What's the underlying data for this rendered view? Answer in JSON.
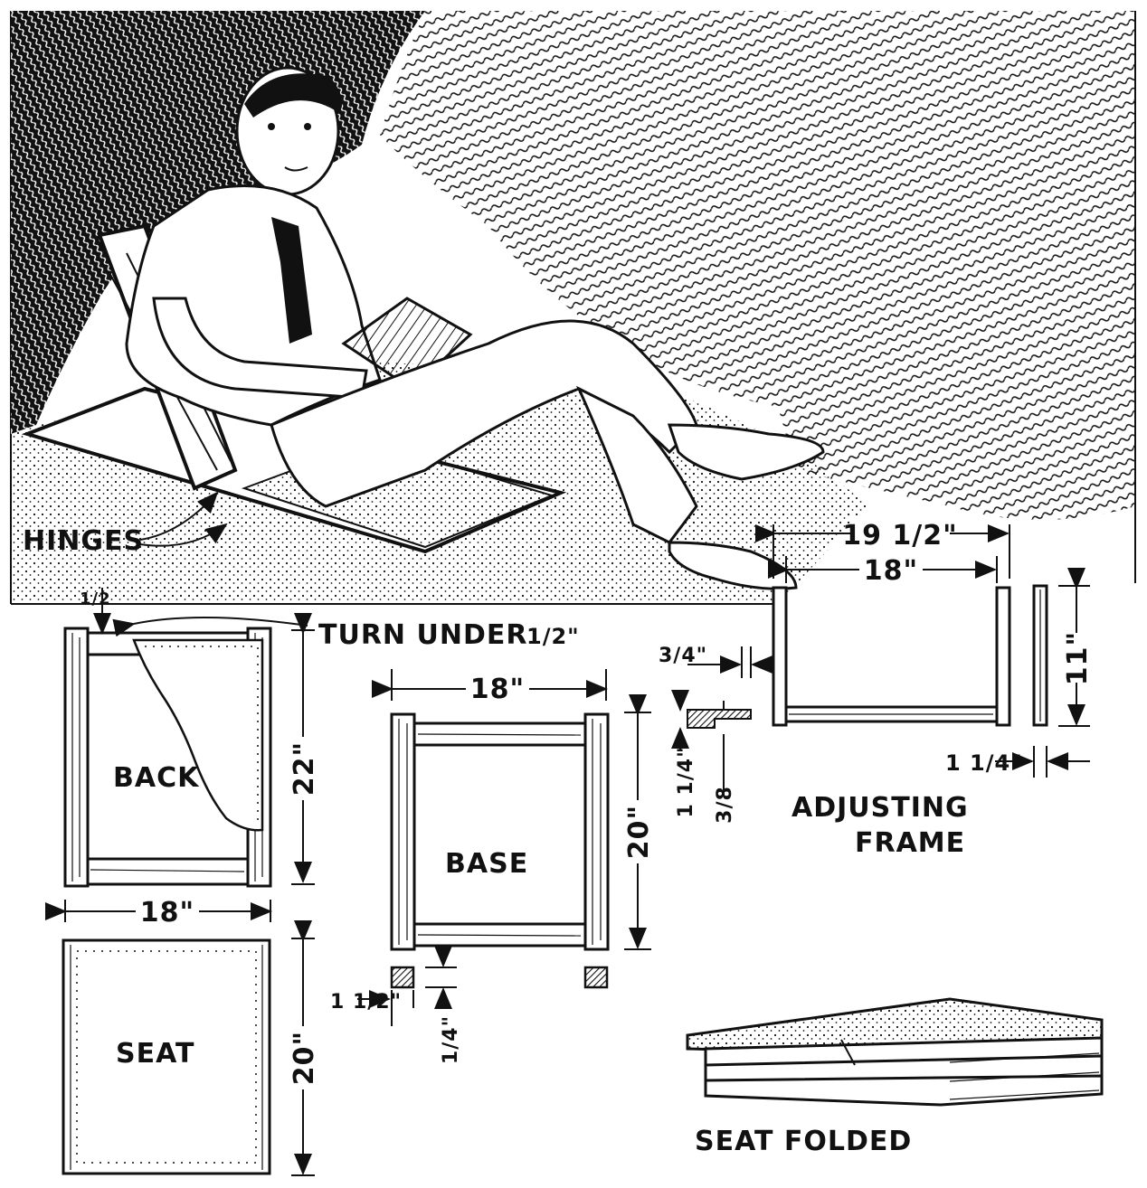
{
  "labels": {
    "hinges": "HINGES",
    "turn_under": "TURN UNDER",
    "turn_under_frac": "1/2\"",
    "back": "BACK",
    "seat": "SEAT",
    "base": "BASE",
    "adjusting_frame_1": "ADJUSTING",
    "adjusting_frame_2": "FRAME",
    "seat_folded": "SEAT FOLDED"
  },
  "dimensions": {
    "back_top_half": "1/2",
    "back_height": "22\"",
    "back_width": "18\"",
    "seat_height": "20\"",
    "base_width": "18\"",
    "base_height": "20\"",
    "base_leg_a": "1 1/2\"",
    "base_leg_b": "1/4\"",
    "detail_three_quarter": "3/4\"",
    "detail_one_quarter": "1 1/4\"",
    "detail_three_eighths": "3/8",
    "adj_outer_width": "19 1/2\"",
    "adj_inner_width": "18\"",
    "adj_height": "11\"",
    "adj_thickness": "1 1/4\""
  },
  "colors": {
    "ink": "#111111",
    "paper": "#ffffff"
  }
}
